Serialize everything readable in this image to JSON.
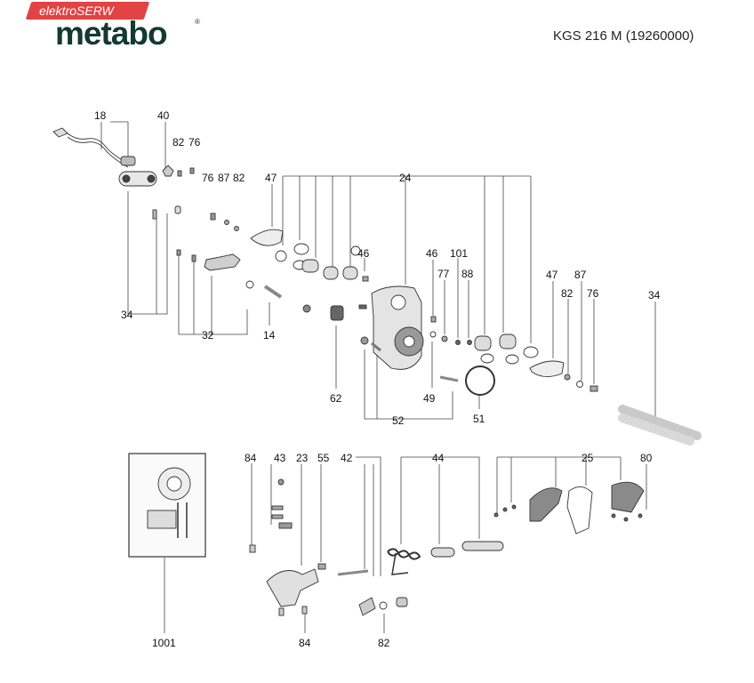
{
  "header": {
    "watermark": "elektroSERW",
    "brand": "metabo",
    "brand_mark": "®",
    "model": "KGS 216 M (19260000)"
  },
  "parts": [
    {
      "id": "p18",
      "text": "18"
    },
    {
      "id": "p40",
      "text": "40"
    },
    {
      "id": "p82a",
      "text": "82"
    },
    {
      "id": "p76a",
      "text": "76"
    },
    {
      "id": "p76b",
      "text": "76"
    },
    {
      "id": "p87a",
      "text": "87"
    },
    {
      "id": "p82b",
      "text": "82"
    },
    {
      "id": "p47a",
      "text": "47"
    },
    {
      "id": "p24",
      "text": "24"
    },
    {
      "id": "p46a",
      "text": "46"
    },
    {
      "id": "p46b",
      "text": "46"
    },
    {
      "id": "p101",
      "text": "101"
    },
    {
      "id": "p77",
      "text": "77"
    },
    {
      "id": "p88",
      "text": "88"
    },
    {
      "id": "p47b",
      "text": "47"
    },
    {
      "id": "p87b",
      "text": "87"
    },
    {
      "id": "p82c",
      "text": "82"
    },
    {
      "id": "p76c",
      "text": "76"
    },
    {
      "id": "p34a",
      "text": "34"
    },
    {
      "id": "p34b",
      "text": "34"
    },
    {
      "id": "p32",
      "text": "32"
    },
    {
      "id": "p14",
      "text": "14"
    },
    {
      "id": "p62",
      "text": "62"
    },
    {
      "id": "p49",
      "text": "49"
    },
    {
      "id": "p51",
      "text": "51"
    },
    {
      "id": "p52",
      "text": "52"
    },
    {
      "id": "p84a",
      "text": "84"
    },
    {
      "id": "p43",
      "text": "43"
    },
    {
      "id": "p23",
      "text": "23"
    },
    {
      "id": "p55",
      "text": "55"
    },
    {
      "id": "p42",
      "text": "42"
    },
    {
      "id": "p44",
      "text": "44"
    },
    {
      "id": "p25",
      "text": "25"
    },
    {
      "id": "p80",
      "text": "80"
    },
    {
      "id": "p1001",
      "text": "1001"
    },
    {
      "id": "p84b",
      "text": "84"
    },
    {
      "id": "p82d",
      "text": "82"
    }
  ]
}
